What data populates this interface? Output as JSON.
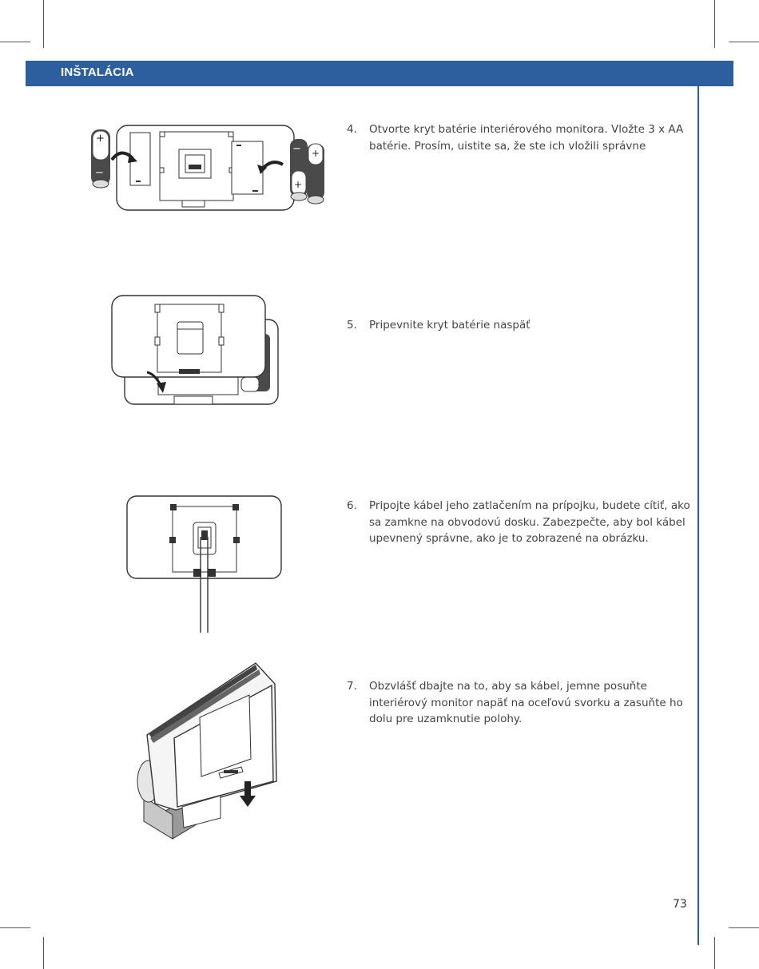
{
  "header": {
    "title": "INŠTALÁCIA",
    "color": "#2d5f9e"
  },
  "steps": [
    {
      "number": "4.",
      "text": "Otvorte kryt batérie interiérového monitora. Vložte 3 x AA batérie. Prosím, uistite sa, že ste ich vložili správne",
      "figure_icon": "battery-insert-illustration"
    },
    {
      "number": "5.",
      "text": "Pripevnite kryt batérie naspäť",
      "figure_icon": "battery-cover-illustration"
    },
    {
      "number": "6.",
      "text": "Pripojte kábel jeho zatlačením na prípojku, budete cítiť, ako sa zamkne na obvodovú dosku. Zabezpečte, aby bol kábel upevnený správne, ako je to zobrazené na obrázku.",
      "figure_icon": "cable-connect-illustration"
    },
    {
      "number": "7.",
      "text": "Obzvlášť dbajte na to, aby sa kábel, jemne posuňte interiérový monitor napäť na oceľovú svorku a zasuňte ho dolu pre uzamknutie polohy.",
      "figure_icon": "monitor-mount-illustration"
    }
  ],
  "battery_labels": {
    "plus": "+",
    "minus": "−"
  },
  "page_number": "73"
}
